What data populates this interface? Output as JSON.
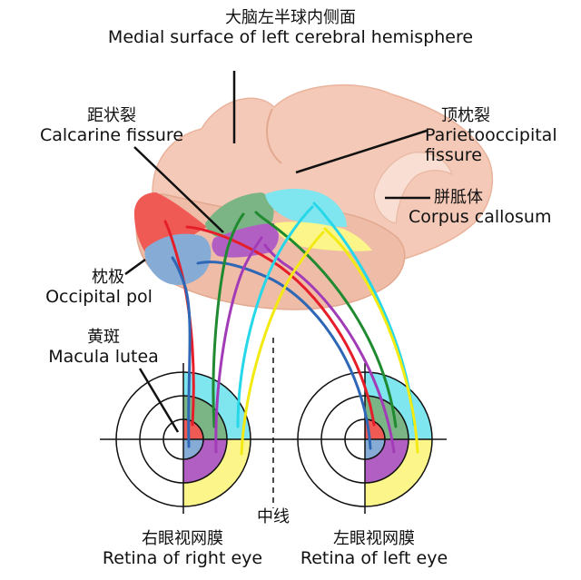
{
  "labels": {
    "hemisphere": {
      "zh": "大脑左半球内侧面",
      "en": "Medial surface of left cerebral hemisphere"
    },
    "calcarine": {
      "zh": "距状裂",
      "en": "Calcarine fissure"
    },
    "parieto": {
      "zh": "顶枕裂",
      "en1": "Parietooccipital",
      "en2": "fissure"
    },
    "corpus": {
      "zh": "胼胝体",
      "en": "Corpus callosum"
    },
    "occipital": {
      "zh": "枕极",
      "en": "Occipital pol"
    },
    "macula": {
      "zh": "黄斑",
      "en": "Macula lutea"
    },
    "midline": {
      "zh": "中线"
    },
    "right_eye": {
      "zh": "右眼视网膜",
      "en": "Retina of right eye"
    },
    "left_eye": {
      "zh": "左眼视网膜",
      "en": "Retina of left eye"
    }
  },
  "colors": {
    "brain": "#f4c9b7",
    "brain_shadow": "#e7ab95",
    "red_zone": "#f05a55",
    "green_zone": "#7bb585",
    "magenta_zone": "#b25fc4",
    "cyan_zone": "#7fe6ef",
    "yellow_zone": "#fbf58a",
    "blue_zone": "#86acd6",
    "red_fiber": "#e51e2a",
    "green_fiber": "#1f8a2f",
    "magenta_fiber": "#a23bb8",
    "cyan_fiber": "#25d7e8",
    "yellow_fiber": "#f2ea12",
    "blue_fiber": "#2e67b5"
  }
}
